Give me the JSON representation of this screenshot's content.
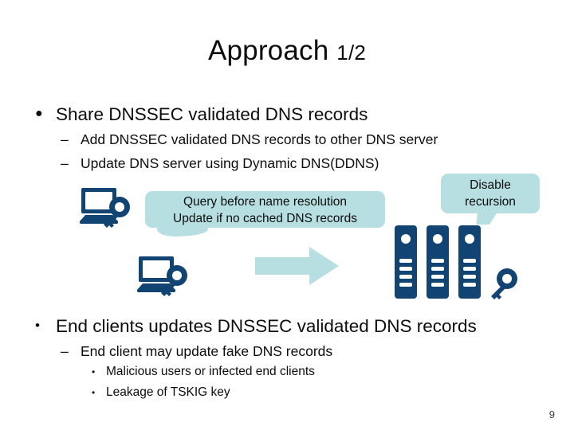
{
  "slide": {
    "title_main": "Approach ",
    "title_sub": "1/2",
    "page_number": "9",
    "accent_dark": "#114472",
    "accent_light": "#b7dfe1"
  },
  "content": {
    "bullets": [
      {
        "marker": "●",
        "text": "Share DNSSEC validated DNS records"
      },
      {
        "marker": "•",
        "text": "End clients updates DNSSEC validated DNS records"
      }
    ],
    "sub_bullets": [
      {
        "marker": "–",
        "text": "Add DNSSEC validated DNS records to other DNS server"
      },
      {
        "marker": "–",
        "text": "Update DNS server using Dynamic DNS(DDNS)"
      },
      {
        "marker": "–",
        "text": "End client may update fake DNS records"
      }
    ],
    "sub_sub_bullets": [
      {
        "marker": "•",
        "text": "Malicious users or infected end clients"
      },
      {
        "marker": "•",
        "text": "Leakage of TSKIG key"
      }
    ]
  },
  "diagram": {
    "callout_query": "Query before name resolution\nUpdate if no cached DNS records",
    "callout_disable": "Disable\nrecursion",
    "client_icon_1": "laptop-with-key-icon",
    "client_icon_2": "laptop-with-key-icon",
    "arrow": "right-arrow-icon",
    "servers": "server-rack-icon",
    "server_key": "key-icon"
  }
}
